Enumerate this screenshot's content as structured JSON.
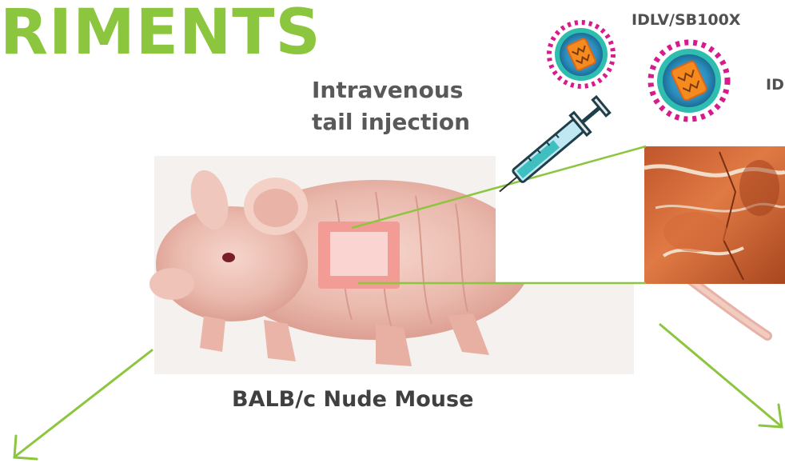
{
  "slide": {
    "title": "RIMENTS",
    "vector_label_1": "IDLV/SB100X",
    "vector_label_2": "ID",
    "injection_line1": "Intravenous",
    "injection_line2": "tail injection",
    "mouse_caption": "BALB/c Nude Mouse"
  },
  "colors": {
    "accent": "#8cc63f",
    "text": "#595959",
    "patch": "#f4a6a0",
    "virus_magenta": "#d81b8c",
    "virus_teal": "#1fa39b"
  },
  "icons": [
    "virus-icon",
    "syringe-icon",
    "arrow-icon"
  ]
}
